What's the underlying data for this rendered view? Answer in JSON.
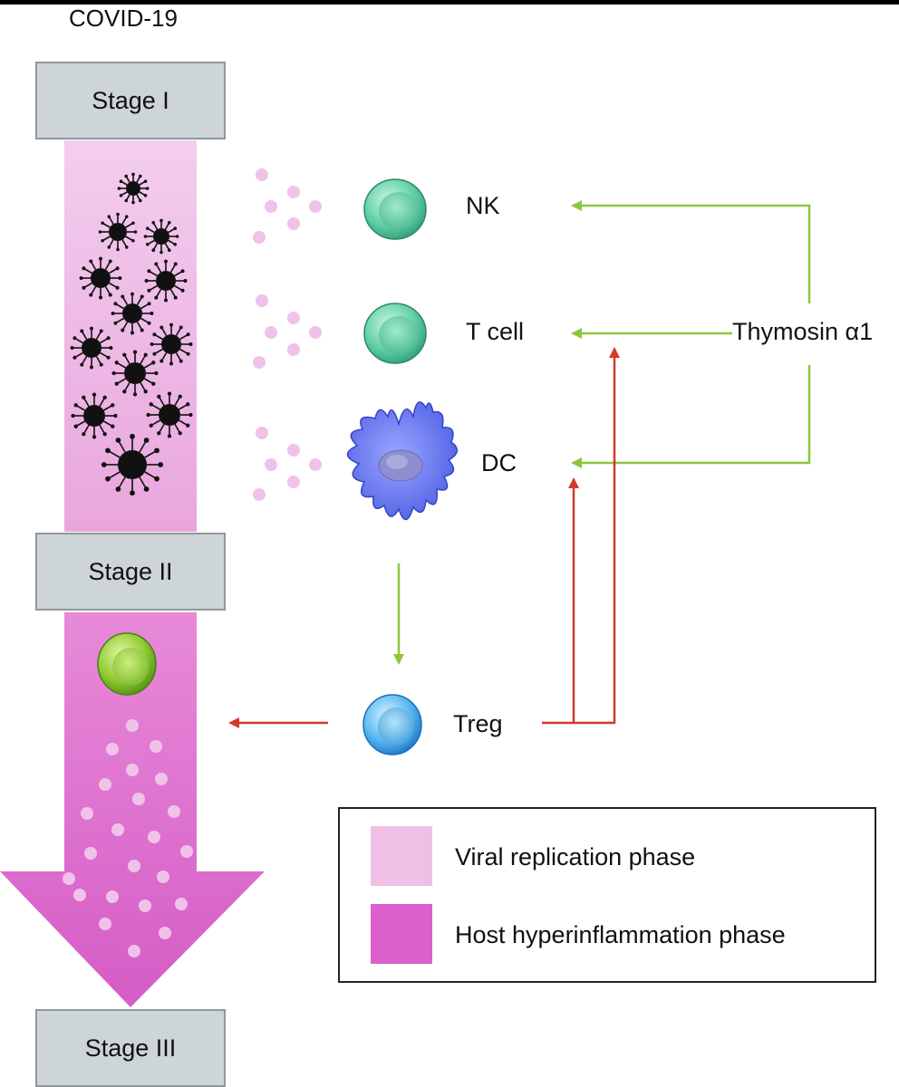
{
  "title": "COVID-19",
  "stages": {
    "stage1": "Stage I",
    "stage2": "Stage II",
    "stage3": "Stage III"
  },
  "cells": {
    "nk": "NK",
    "t_cell": "T cell",
    "dc": "DC",
    "treg": "Treg"
  },
  "drug": "Thymosin α1",
  "legend": {
    "items": [
      {
        "label": "Viral replication phase",
        "color": "#efc0e6"
      },
      {
        "label": "Host hyperinflammation phase",
        "color": "#dc60cc"
      }
    ]
  },
  "colors": {
    "stimulation_arrow": "#8cc63f",
    "inhibition_arrow": "#d33a2c",
    "stage_box": "#cdd5d8",
    "virus": "#111111",
    "cytokine_dots": "#f0c2ea"
  }
}
